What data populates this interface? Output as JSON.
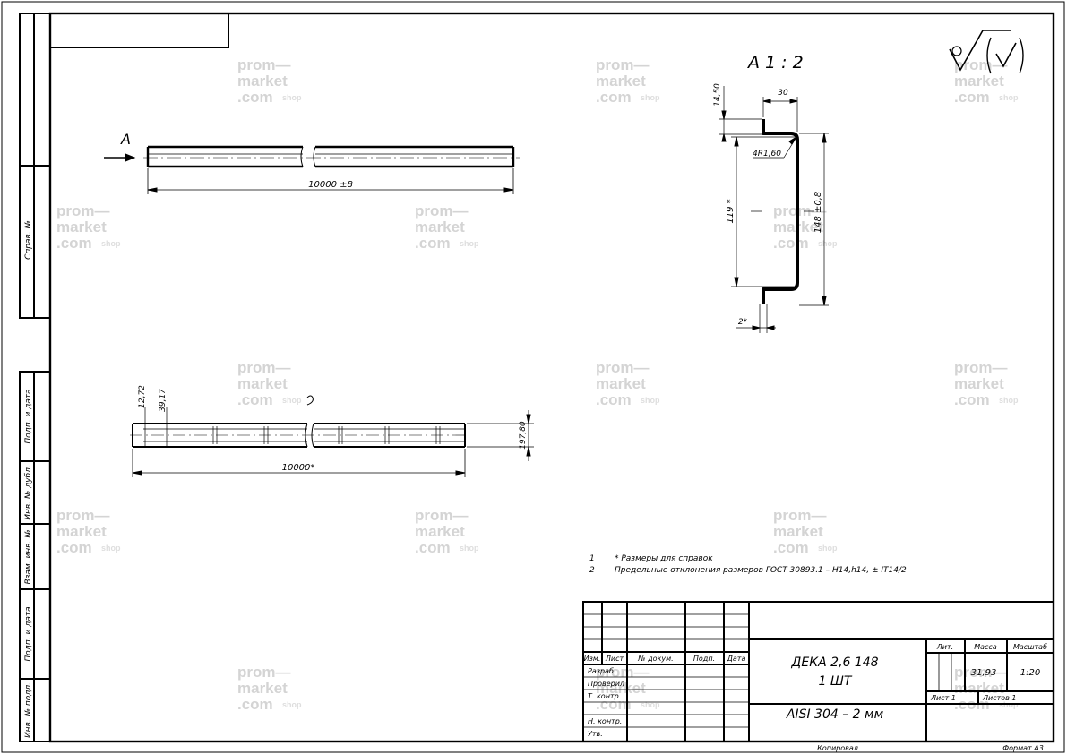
{
  "view_a": {
    "view_label": "A",
    "length_dim": "10000 ±8"
  },
  "view_plan": {
    "dim_12": "12,72",
    "dim_39": "39,17",
    "dim_len": "10000*",
    "dim_width": "197,80"
  },
  "section": {
    "scale_label": "А 1 : 2",
    "flange_h": "14,50",
    "flange_w": "30",
    "radius": "4R1,60",
    "web_inner": "119 *",
    "web_total": "148 ±0,8",
    "thickness": "2*"
  },
  "roughness_symbol": "√(√)",
  "notes": [
    {
      "num": "1",
      "text": "*  Размеры для справок"
    },
    {
      "num": "2",
      "text": "Предельные отклонения размеров ГОСТ 30893.1 – H14,h14, ± IT14/2"
    }
  ],
  "left_strip": [
    "Справ. №",
    "Подп. и дата",
    "Инв. № дубл.",
    "Взам. инв. №",
    "Подп. и дата",
    "Инв. № подл."
  ],
  "title_block": {
    "col_headers": [
      "Изм.",
      "Лист",
      "№ докум.",
      "Подп.",
      "Дата"
    ],
    "row_labels": [
      "Разраб.",
      "Проверил",
      "Т. контр.",
      "",
      "Н. контр.",
      "Утв."
    ],
    "designation": "ДЕКА 2,6 148",
    "quantity": "1 ШТ",
    "material": "AISI 304 – 2 мм",
    "hdr_lit": "Лит.",
    "hdr_mass": "Масса",
    "hdr_scale": "Масштаб",
    "mass": "31,93",
    "scale": "1:20",
    "sheet": "Лист 1",
    "sheets": "Листов 1"
  },
  "footer": {
    "copied": "Копировал",
    "format": "Формат А3"
  },
  "watermark": {
    "line1": "prom—",
    "line2": "market",
    "line3": ".com",
    "suffix": "shop"
  }
}
